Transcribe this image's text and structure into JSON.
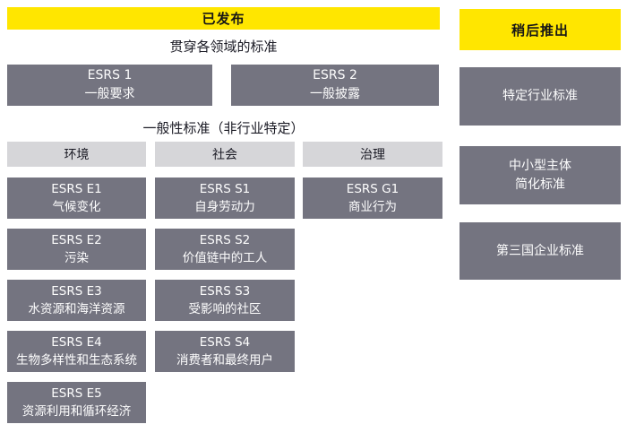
{
  "colors": {
    "brand_yellow": "#ffe600",
    "box_gray": "#747480",
    "header_gray": "#d6d6d9",
    "text_dark": "#1a1a24",
    "text_light": "#fdfdfd"
  },
  "published": {
    "banner": "已发布",
    "cross_cutting_title": "贯穿各领域的标准",
    "cross_cutting": [
      {
        "code": "ESRS 1",
        "name": "一般要求"
      },
      {
        "code": "ESRS 2",
        "name": "一般披露"
      }
    ],
    "topical_title": "一般性标准（非行业特定）",
    "columns": [
      {
        "header": "环境",
        "items": [
          {
            "code": "ESRS E1",
            "name": "气候变化"
          },
          {
            "code": "ESRS E2",
            "name": "污染"
          },
          {
            "code": "ESRS E3",
            "name": "水资源和海洋资源"
          },
          {
            "code": "ESRS E4",
            "name": "生物多样性和生态系统"
          },
          {
            "code": "ESRS E5",
            "name": "资源利用和循环经济"
          }
        ]
      },
      {
        "header": "社会",
        "items": [
          {
            "code": "ESRS S1",
            "name": "自身劳动力"
          },
          {
            "code": "ESRS S2",
            "name": "价值链中的工人"
          },
          {
            "code": "ESRS S3",
            "name": "受影响的社区"
          },
          {
            "code": "ESRS S4",
            "name": "消费者和最终用户"
          }
        ]
      },
      {
        "header": "治理",
        "items": [
          {
            "code": "ESRS G1",
            "name": "商业行为"
          }
        ]
      }
    ]
  },
  "upcoming": {
    "banner": "稍后推出",
    "items": [
      {
        "label": "特定行业标准"
      },
      {
        "label": "中小型主体\n简化标准"
      },
      {
        "label": "第三国企业标准"
      }
    ]
  }
}
